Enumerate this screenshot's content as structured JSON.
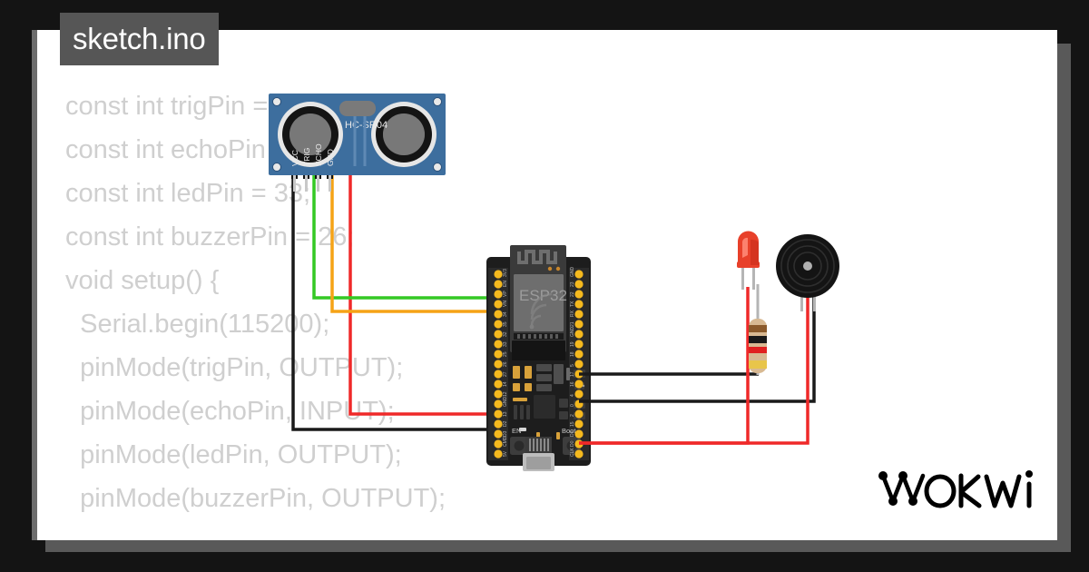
{
  "app": {
    "name": "wokwi-simulator",
    "brand_label": "WOKWI",
    "background_color": "#141414",
    "panel_color": "#ffffff",
    "shadow_color": "#595959"
  },
  "file_tab": {
    "label": "sketch.ino",
    "background_color": "#565656",
    "text_color": "#ffffff"
  },
  "code": {
    "text_color": "#cfcfcf",
    "lines": [
      "const int trigPin = 32;",
      "const int echoPin = 35;",
      "const int ledPin = 33;",
      "const int buzzerPin = 26;",
      "",
      "void setup() {",
      "  Serial.begin(115200);",
      "  pinMode(trigPin, OUTPUT);",
      "  pinMode(echoPin, INPUT);",
      "  pinMode(ledPin, OUTPUT);",
      "  pinMode(buzzerPin, OUTPUT);"
    ]
  },
  "diagram": {
    "parts": [
      {
        "id": "ultrasonic-sensor",
        "type": "wokwi-hc-sr04",
        "label": "HC-SR04",
        "board_color": "#3d6e9e",
        "pins": [
          "VCC",
          "TRIG",
          "ECHO",
          "GND"
        ]
      },
      {
        "id": "esp32-board",
        "type": "board-esp32-devkit-c-v4",
        "label": "ESP32",
        "board_color": "#1d1d1d",
        "button_labels": [
          "EN",
          "Boot"
        ],
        "left_pin_labels": [
          "3V3",
          "EN",
          "VP",
          "VN",
          "34",
          "35",
          "32",
          "33",
          "25",
          "26",
          "27",
          "14",
          "12",
          "GND",
          "13",
          "D2",
          "D3",
          "CMD",
          "5V"
        ],
        "right_pin_labels": [
          "GND",
          "23",
          "22",
          "TX",
          "RX",
          "21",
          "GND",
          "19",
          "18",
          "5",
          "17",
          "16",
          "4",
          "0",
          "2",
          "15",
          "D1",
          "D0",
          "CLK"
        ]
      },
      {
        "id": "led-red",
        "type": "wokwi-led",
        "color": "red",
        "color_hex": "#e8402a"
      },
      {
        "id": "resistor-1k",
        "type": "wokwi-resistor",
        "value": "1000",
        "bands": [
          "brown",
          "black",
          "red",
          "gold"
        ],
        "band_colors": [
          "#8b5a2b",
          "#1a1a1a",
          "#e02020",
          "#e8c54a"
        ]
      },
      {
        "id": "buzzer",
        "type": "wokwi-buzzer",
        "body_color": "#1a1a1a"
      }
    ],
    "wire_colors": {
      "vcc": "#ef2929",
      "gnd": "#1a1a1a",
      "trig": "#f5a316",
      "echo": "#34c924",
      "signal_red": "#ef2929",
      "signal_black": "#1a1a1a"
    },
    "connections": [
      "sensor VCC -> ESP32 5V (red)",
      "sensor TRIG -> ESP32 32 (orange)",
      "sensor ECHO -> ESP32 35 (green)",
      "sensor GND -> ESP32 GND (black)",
      "led anode -> ESP32 33 (red)",
      "led cathode -> resistor -> ESP32 GND (black)",
      "buzzer positive -> ESP32 26 (red)",
      "buzzer negative -> ESP32 GND (black)"
    ]
  }
}
